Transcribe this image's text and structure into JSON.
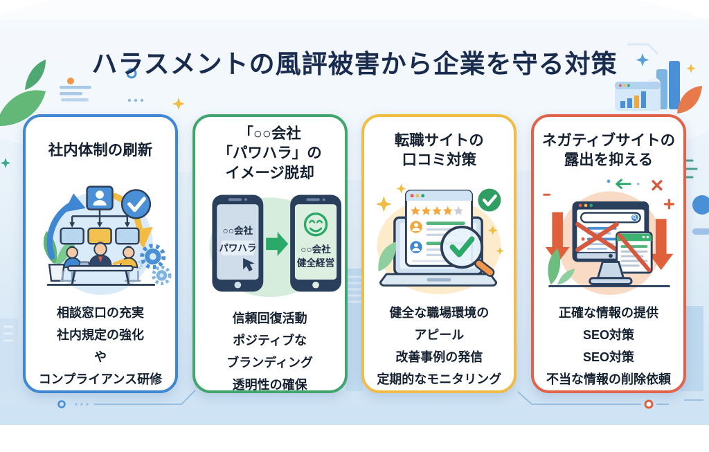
{
  "header": {
    "title": "ハラスメントの風評被害から企業を守る対策"
  },
  "cards": [
    {
      "id": "internal-structure",
      "accent": "#3f87d2",
      "title": "社内体制の刷新",
      "illustration": "team-meeting-org-chart",
      "items": [
        "相談窓口の充実",
        "社内規定の強化",
        "や",
        "コンプライアンス研修"
      ]
    },
    {
      "id": "image-recovery",
      "accent": "#43a56e",
      "title": "「○○会社\n「パワハラ」の\nイメージ脱却",
      "illustration": "smartphone-before-after",
      "phone_before": {
        "line1": "○○会社",
        "line2": "パワハラ",
        "icon": "cursor-icon"
      },
      "phone_after": {
        "line1": "○○会社",
        "line2": "健全経営",
        "icon": "smiley-icon"
      },
      "items": [
        "信頼回復活動",
        "ポジティブな",
        "ブランディング",
        "透明性の確保"
      ]
    },
    {
      "id": "review-site-measures",
      "accent": "#f0bc45",
      "title": "転職サイトの\n口コミ対策",
      "illustration": "laptop-review-magnifier-check",
      "items": [
        "健全な職場環境の",
        "アピール",
        "改善事例の発信",
        "定期的なモニタリング"
      ]
    },
    {
      "id": "suppress-negative-sites",
      "accent": "#e0634a",
      "title": "ネガティブサイトの\n露出を抑える",
      "illustration": "monitor-crossed-results-down-arrows",
      "items": [
        "正確な情報の提供",
        "SEO対策",
        "SEO対策",
        "不当な情報の削除依頼"
      ]
    }
  ],
  "colors": {
    "title_text": "#1a2c4e",
    "body_text": "#14202f",
    "card_background": "#ffffff",
    "background_light": "#f3f8fc",
    "background_blue": "#cde2f3",
    "navy_outline": "#2a3f5c",
    "green": "#2aa968",
    "gold": "#f2bc42",
    "orange_red": "#e0603c",
    "blue": "#4a90d6"
  }
}
